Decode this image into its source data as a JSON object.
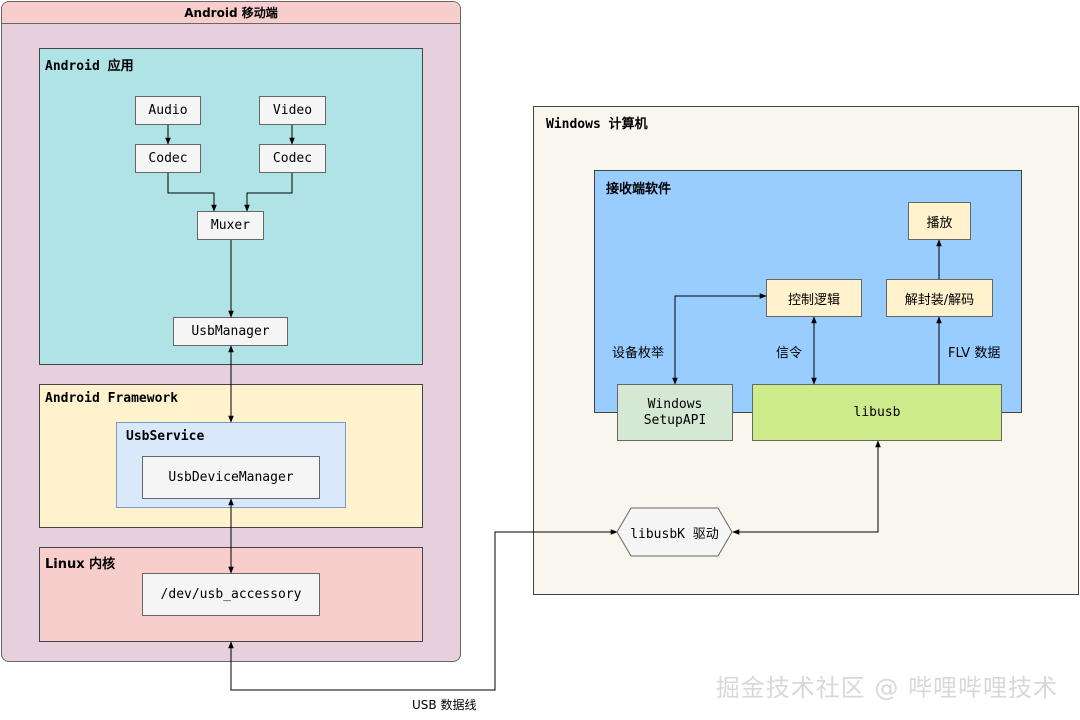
{
  "android_device": {
    "title": "Android 移动端",
    "header_color": "#f8cecc",
    "body_color": "#e6d0de"
  },
  "android_app": {
    "title": "Android 应用",
    "color": "#b0e3e6",
    "audio": "Audio",
    "video": "Video",
    "codec_audio": "Codec",
    "codec_video": "Codec",
    "muxer": "Muxer",
    "usb_manager": "UsbManager"
  },
  "framework": {
    "title": "Android Framework",
    "color": "#fff2cc",
    "usb_service": "UsbService",
    "usb_device_manager": "UsbDeviceManager"
  },
  "kernel": {
    "title": "Linux 内核",
    "color": "#f8cecc",
    "usb_accessory": "/dev/usb_accessory"
  },
  "windows": {
    "title": "Windows 计算机",
    "color": "#f9f7ed",
    "receiver": {
      "title": "接收端软件",
      "color": "#99ccff",
      "play": "播放",
      "control_logic": "控制逻辑",
      "demux_decode": "解封装/解码",
      "setupapi": "Windows\nSetupAPI",
      "libusb": "libusb"
    },
    "labels": {
      "enumerate": "设备枚举",
      "signaling": "信令",
      "flv_data": "FLV 数据"
    },
    "driver": "libusbK 驱动"
  },
  "usb_cable": "USB 数据线",
  "watermark": "掘金技术社区 @ 哔哩哔哩技术"
}
